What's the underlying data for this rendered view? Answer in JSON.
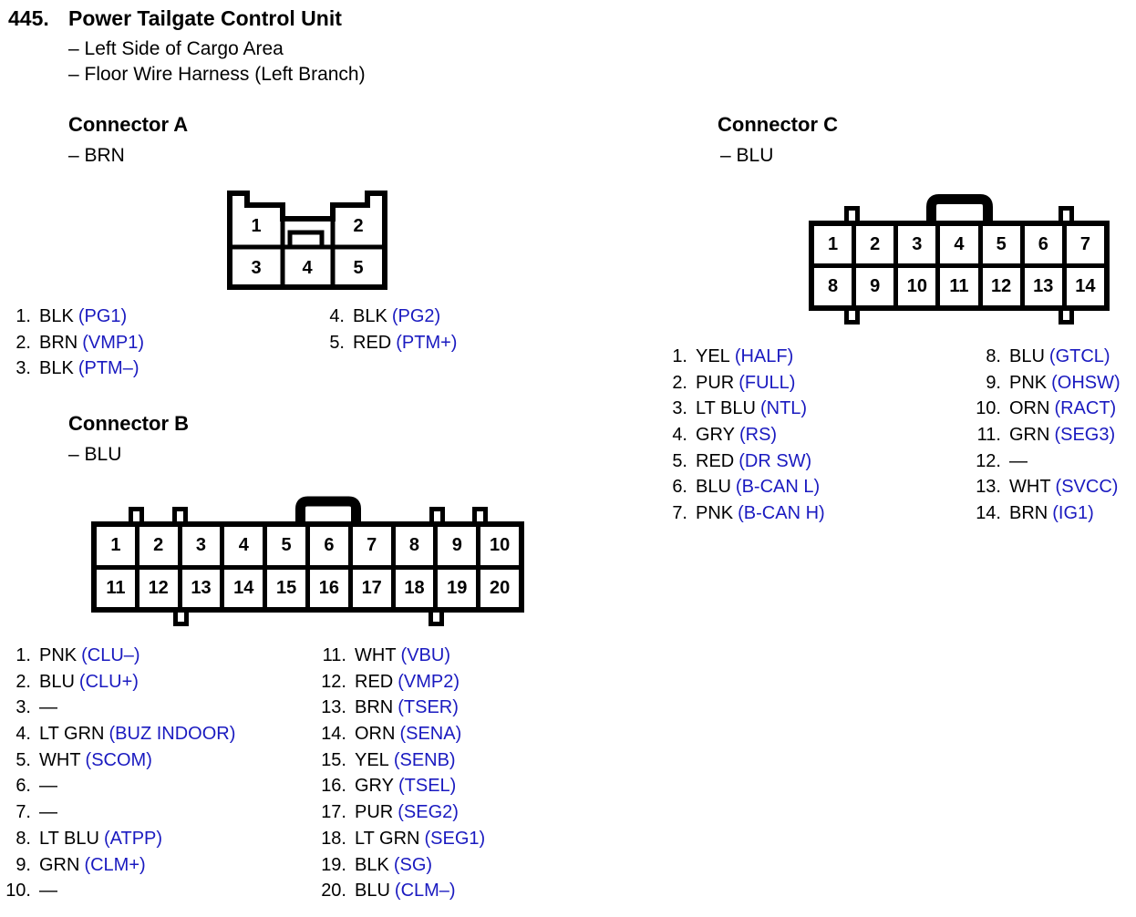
{
  "page": {
    "number": "445.",
    "title": "Power Tailgate Control Unit",
    "locations": [
      "– Left Side of Cargo Area",
      "– Floor Wire Harness (Left Branch)"
    ]
  },
  "colors": {
    "ink": "#000000",
    "signal_blue": "#1a1ac0",
    "paper": "#ffffff"
  },
  "connectors": {
    "a": {
      "title": "Connector A",
      "color_label": "– BRN",
      "cells": [
        "1",
        "2",
        "3",
        "4",
        "5"
      ],
      "pins_left": [
        {
          "n": "1.",
          "wire": "BLK",
          "signal": "(PG1)"
        },
        {
          "n": "2.",
          "wire": "BRN",
          "signal": "(VMP1)"
        },
        {
          "n": "3.",
          "wire": "BLK",
          "signal": "(PTM–)"
        }
      ],
      "pins_right": [
        {
          "n": "4.",
          "wire": "BLK",
          "signal": "(PG2)"
        },
        {
          "n": "5.",
          "wire": "RED",
          "signal": "(PTM+)"
        }
      ]
    },
    "b": {
      "title": "Connector B",
      "color_label": "– BLU",
      "grid": [
        [
          "1",
          "2",
          "3",
          "4",
          "5",
          "6",
          "7",
          "8",
          "9",
          "10"
        ],
        [
          "11",
          "12",
          "13",
          "14",
          "15",
          "16",
          "17",
          "18",
          "19",
          "20"
        ]
      ],
      "pins_left": [
        {
          "n": "1.",
          "wire": "PNK",
          "signal": "(CLU–)"
        },
        {
          "n": "2.",
          "wire": "BLU",
          "signal": "(CLU+)"
        },
        {
          "n": "3.",
          "wire": "—",
          "signal": ""
        },
        {
          "n": "4.",
          "wire": "LT GRN",
          "signal": "(BUZ INDOOR)"
        },
        {
          "n": "5.",
          "wire": "WHT",
          "signal": "(SCOM)"
        },
        {
          "n": "6.",
          "wire": "—",
          "signal": ""
        },
        {
          "n": "7.",
          "wire": "—",
          "signal": ""
        },
        {
          "n": "8.",
          "wire": "LT BLU",
          "signal": "(ATPP)"
        },
        {
          "n": "9.",
          "wire": "GRN",
          "signal": "(CLM+)"
        },
        {
          "n": "10.",
          "wire": "—",
          "signal": ""
        }
      ],
      "pins_right": [
        {
          "n": "11.",
          "wire": "WHT",
          "signal": "(VBU)"
        },
        {
          "n": "12.",
          "wire": "RED",
          "signal": "(VMP2)"
        },
        {
          "n": "13.",
          "wire": "BRN",
          "signal": "(TSER)"
        },
        {
          "n": "14.",
          "wire": "ORN",
          "signal": "(SENA)"
        },
        {
          "n": "15.",
          "wire": "YEL",
          "signal": "(SENB)"
        },
        {
          "n": "16.",
          "wire": "GRY",
          "signal": "(TSEL)"
        },
        {
          "n": "17.",
          "wire": "PUR",
          "signal": "(SEG2)"
        },
        {
          "n": "18.",
          "wire": "LT GRN",
          "signal": "(SEG1)"
        },
        {
          "n": "19.",
          "wire": "BLK",
          "signal": "(SG)"
        },
        {
          "n": "20.",
          "wire": "BLU",
          "signal": "(CLM–)"
        }
      ]
    },
    "c": {
      "title": "Connector C",
      "color_label": "– BLU",
      "grid": [
        [
          "1",
          "2",
          "3",
          "4",
          "5",
          "6",
          "7"
        ],
        [
          "8",
          "9",
          "10",
          "11",
          "12",
          "13",
          "14"
        ]
      ],
      "pins_left": [
        {
          "n": "1.",
          "wire": "YEL",
          "signal": "(HALF)"
        },
        {
          "n": "2.",
          "wire": "PUR",
          "signal": "(FULL)"
        },
        {
          "n": "3.",
          "wire": "LT BLU",
          "signal": "(NTL)"
        },
        {
          "n": "4.",
          "wire": "GRY",
          "signal": "(RS)"
        },
        {
          "n": "5.",
          "wire": "RED",
          "signal": "(DR SW)"
        },
        {
          "n": "6.",
          "wire": "BLU",
          "signal": "(B-CAN L)"
        },
        {
          "n": "7.",
          "wire": "PNK",
          "signal": "(B-CAN H)"
        }
      ],
      "pins_right": [
        {
          "n": "8.",
          "wire": "BLU",
          "signal": "(GTCL)"
        },
        {
          "n": "9.",
          "wire": "PNK",
          "signal": "(OHSW)"
        },
        {
          "n": "10.",
          "wire": "ORN",
          "signal": "(RACT)"
        },
        {
          "n": "11.",
          "wire": "GRN",
          "signal": "(SEG3)"
        },
        {
          "n": "12.",
          "wire": "—",
          "signal": ""
        },
        {
          "n": "13.",
          "wire": "WHT",
          "signal": "(SVCC)"
        },
        {
          "n": "14.",
          "wire": "BRN",
          "signal": "(IG1)"
        }
      ]
    }
  }
}
